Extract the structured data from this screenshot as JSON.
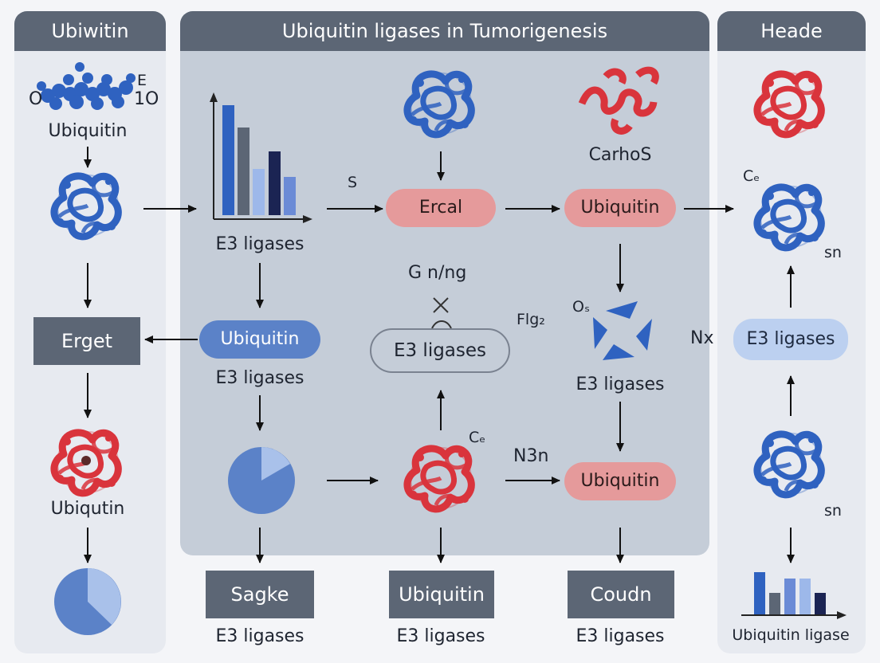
{
  "panels": {
    "left_title": "Ubiwitin",
    "center_title": "Ubiquitin ligases in Tumorigenesis",
    "right_title": "Heade"
  },
  "labels": {
    "o_left": "O",
    "e_small": "E",
    "ten": "1O",
    "ubiquitin_top": "Ubiquitin",
    "e3_bar": "E3 ligases",
    "s_mark": "S",
    "carhos": "CarhoS",
    "gnng": "G n/ng",
    "fig2": "Flg₂",
    "os": "Oₛ",
    "e3_cycle": "E3 ligases",
    "e3_under_pill": "E3 ligases",
    "ce_mid": "Cₑ",
    "n3n": "N3n",
    "ubiqutin_left": "Ubiqutin",
    "nx": "Nx",
    "ce_right": "Cₑ",
    "sn_top": "sn",
    "sn_bottom": "sn",
    "bottom_e3_1": "E3 ligases",
    "bottom_e3_2": "E3 ligases",
    "bottom_e3_3": "E3 ligases",
    "ubiquitin_ligase": "Ubiquitin ligase"
  },
  "pills": {
    "ercal": "Ercal",
    "ubiquitin_red_top": "Ubiquitin",
    "ubiquitin_blue": "Ubiquitin",
    "e3_oval": "E3 ligases",
    "ubiquitin_red_bottom": "Ubiquitin",
    "e3_lightblue": "E3 ligases"
  },
  "boxes": {
    "erget": "Erget",
    "sagke": "Sagke",
    "ubiquitin": "Ubiquitin",
    "coudn": "Coudn"
  },
  "colors": {
    "protein_blue": "#2f62c0",
    "protein_red": "#d9343c",
    "header_grey": "#5c6675",
    "pill_red": "#e59a9b",
    "pill_blue": "#5b82c8",
    "pill_lightblue": "#bcd0f0"
  }
}
